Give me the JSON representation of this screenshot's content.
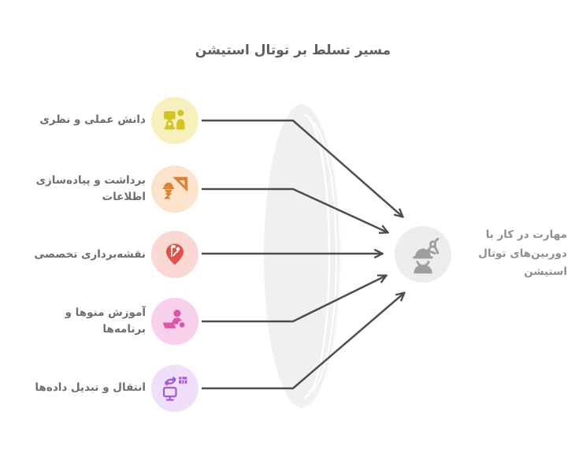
{
  "title": "مسیر تسلط بر توتال استیشن",
  "items": [
    {
      "label": "دانش عملی و نظری",
      "icon": "total-station-and-person-icon",
      "bg": "#F6F0BC",
      "fg": "#D3C41F"
    },
    {
      "label": "برداشت و پیاده‌سازی اطلاعات",
      "icon": "set-square-surveyor-icon",
      "bg": "#FBE4CB",
      "fg": "#DF8133"
    },
    {
      "label": "نقشه‌برداری تخصصی",
      "icon": "map-pin-surveyor-icon",
      "bg": "#FAD9D4",
      "fg": "#E05148"
    },
    {
      "label": "آموزش منوها و برنامه‌ها",
      "icon": "laptop-training-icon",
      "bg": "#F9D0EA",
      "fg": "#DF55A6"
    },
    {
      "label": "انتقال و تبدیل داده‌ها",
      "icon": "data-transfer-icon",
      "bg": "#EFDFF8",
      "fg": "#A656E0"
    }
  ],
  "goal": {
    "label": "مهارت در کار با دوربین‌های توتال استیشن",
    "icon": "engineer-with-compass-icon",
    "bg": "#EDEDED",
    "fg": "#9E9E9E"
  },
  "colors": {
    "line": "#4D4D4D",
    "lens_fill": "#F0F0F0",
    "lens_highlight": "#FFFFFF",
    "title_text": "#5F5F5F",
    "item_label_text": "#6E6E6E",
    "goal_label_text": "#8F8F8F",
    "background": "#FFFFFF"
  }
}
